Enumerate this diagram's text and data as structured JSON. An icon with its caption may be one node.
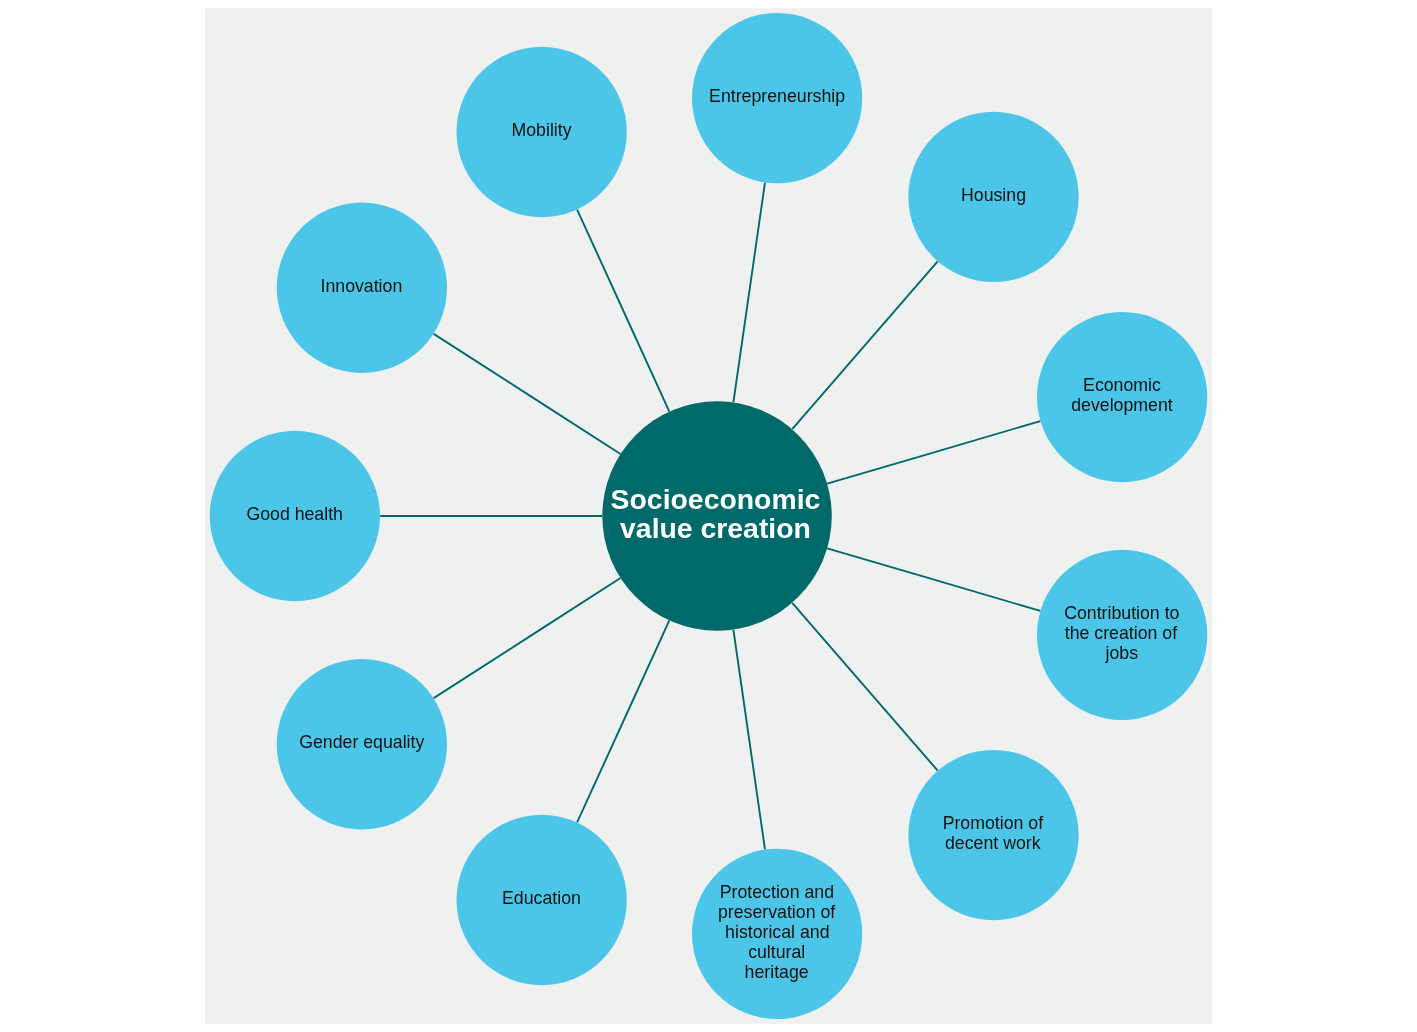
{
  "diagram": {
    "nodes": [
      {
        "text": [
          "Socioeconomic value creation"
        ]
      },
      {
        "text": [
          "Economic development"
        ]
      },
      {
        "text": [
          "Housing"
        ]
      },
      {
        "text": [
          "Entrepreneurship"
        ]
      },
      {
        "text": [
          "Mobility"
        ]
      },
      {
        "text": [
          "Innovation"
        ]
      },
      {
        "text": [
          "Good health"
        ]
      },
      {
        "text": [
          "Gender equality"
        ]
      },
      {
        "text": [
          "Education"
        ]
      },
      {
        "text": [
          "Protection and preservation of historical and cultural heritage"
        ]
      },
      {
        "text": [
          "Promotion of decent work"
        ]
      },
      {
        "text": [
          "Contribution to the creation of jobs"
        ]
      }
    ],
    "edges": [
      {
        "from": 0,
        "to": 1,
        "arrow": "none"
      },
      {
        "from": 0,
        "to": 2,
        "arrow": "none"
      },
      {
        "from": 0,
        "to": 3,
        "arrow": "none"
      },
      {
        "from": 0,
        "to": 4,
        "arrow": "none"
      },
      {
        "from": 0,
        "to": 5,
        "arrow": "none"
      },
      {
        "from": 0,
        "to": 6,
        "arrow": "none"
      },
      {
        "from": 0,
        "to": 7,
        "arrow": "none"
      },
      {
        "from": 0,
        "to": 8,
        "arrow": "none"
      },
      {
        "from": 0,
        "to": 9,
        "arrow": "none"
      },
      {
        "from": 0,
        "to": 10,
        "arrow": "none"
      },
      {
        "from": 0,
        "to": 11,
        "arrow": "none"
      }
    ]
  }
}
